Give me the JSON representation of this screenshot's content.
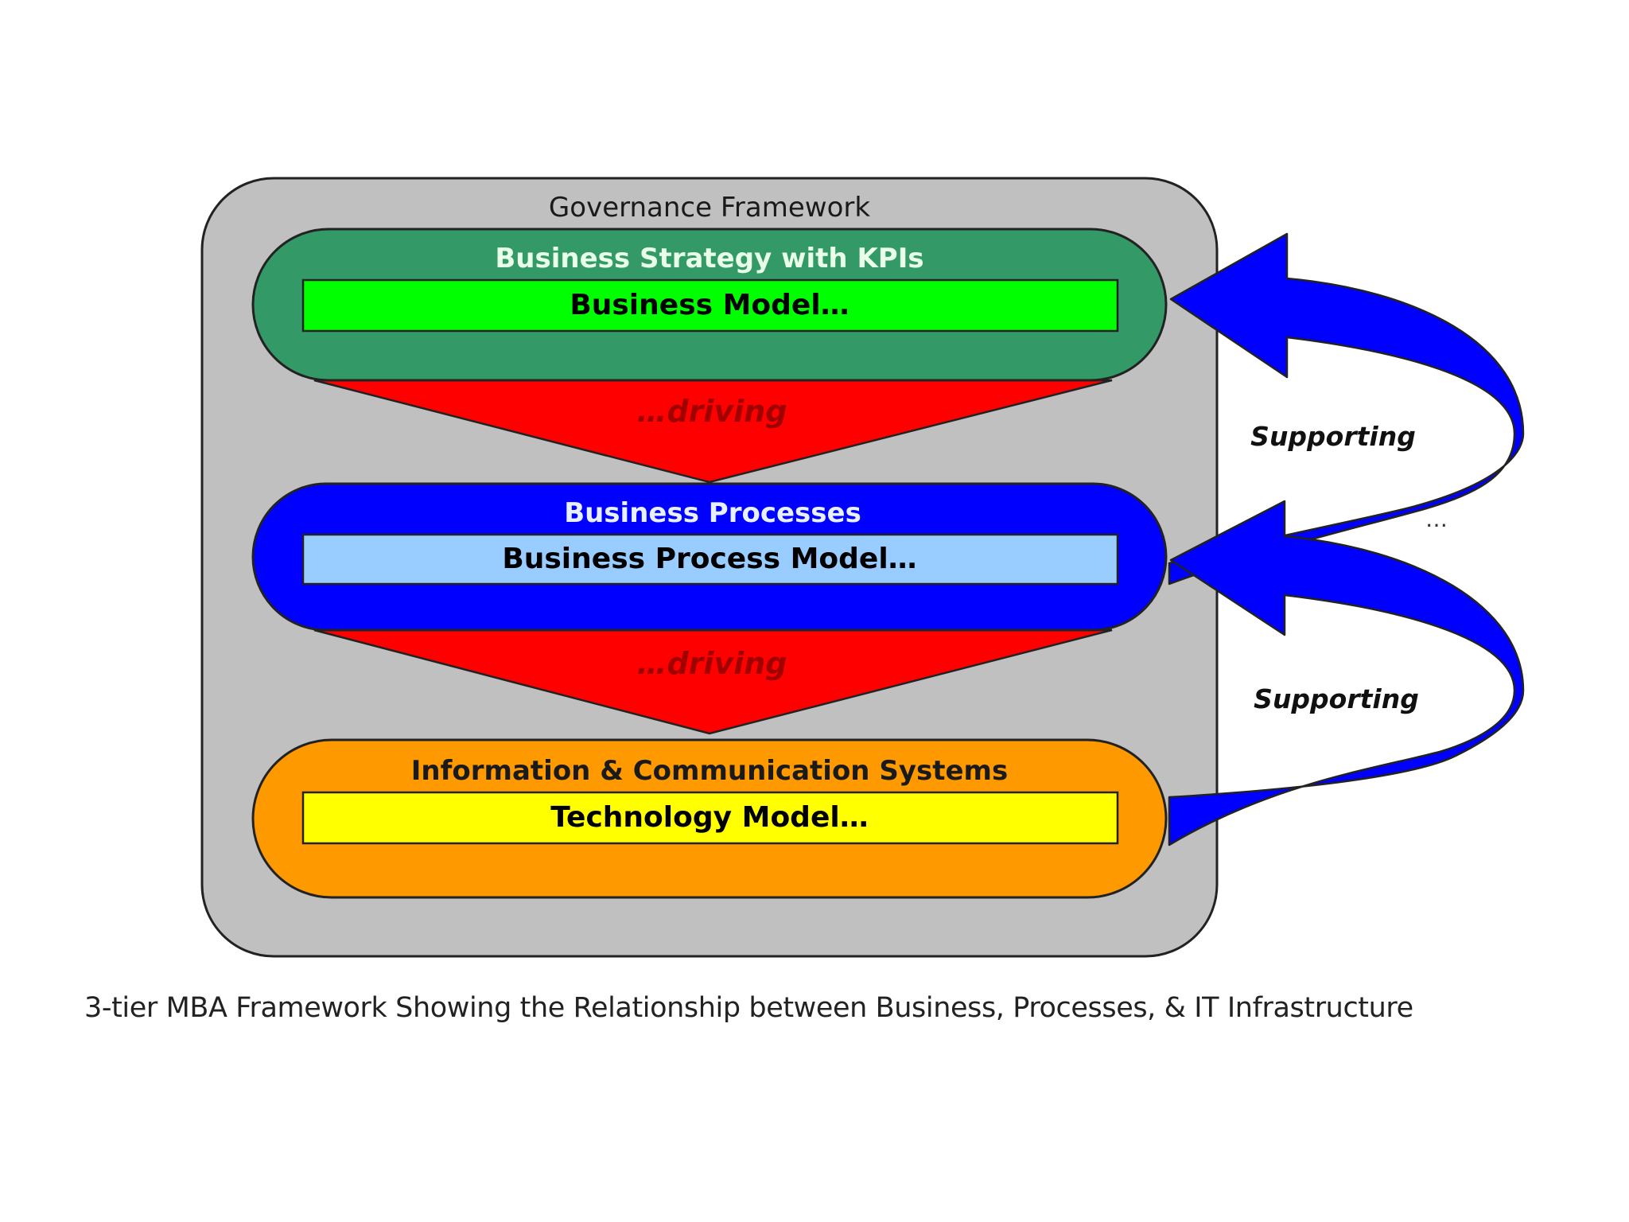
{
  "governance": {
    "title": "Governance Framework",
    "fill": "#c0c0c0"
  },
  "tiers": [
    {
      "title": "Business Strategy with KPIs",
      "model": "Business Model…",
      "outer_color": "#339966",
      "inner_color": "#00ff00",
      "title_color": "#e8ffe8"
    },
    {
      "title": "Business Processes",
      "model": "Business Process Model…",
      "outer_color": "#0000ff",
      "inner_color": "#99ccff",
      "title_color": "#e8f0ff"
    },
    {
      "title": "Information & Communication Systems",
      "model": "Technology Model…",
      "outer_color": "#ff9900",
      "inner_color": "#ffff00",
      "title_color": "#1a1a1a"
    }
  ],
  "connectors": {
    "driving_label_1": "…driving",
    "driving_label_2": "…driving",
    "driving_color": "#ff0000",
    "supporting_label_1": "Supporting",
    "supporting_label_2": "Supporting",
    "supporting_ellipsis": "…",
    "supporting_color": "#0000ff"
  },
  "caption": "3-tier MBA Framework Showing the Relationship between Business, Processes, & IT Infrastructure"
}
